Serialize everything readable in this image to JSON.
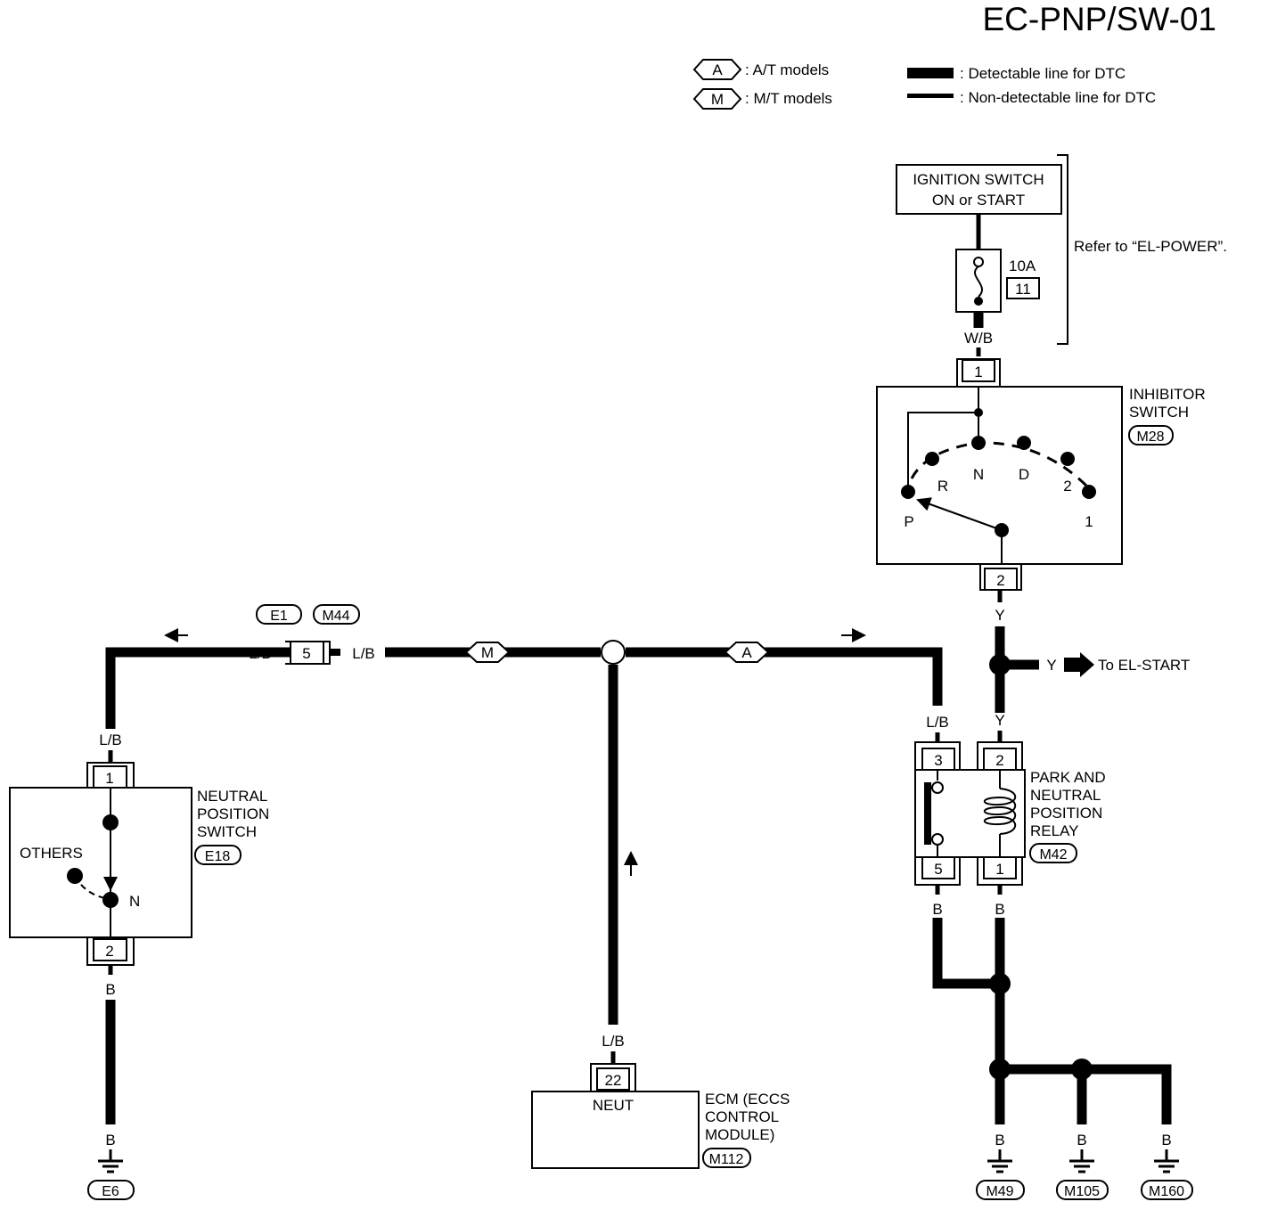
{
  "diagram_code": "EC-PNP/SW-01",
  "legend": {
    "at_symbol": "A",
    "at_text": ": A/T models",
    "mt_symbol": "M",
    "mt_text": ": M/T models",
    "detectable": ": Detectable line for DTC",
    "non_detectable": ": Non-detectable line for DTC"
  },
  "ignition": {
    "line1": "IGNITION SWITCH",
    "line2": "ON or START",
    "note": "Refer to “EL-POWER”.",
    "fuse_rating": "10A",
    "fuse_number": "11",
    "wire": "W/B"
  },
  "inhibitor": {
    "name_line1": "INHIBITOR",
    "name_line2": "SWITCH",
    "connector": "M28",
    "pin_top": "1",
    "pin_bottom": "2",
    "positions": [
      "P",
      "R",
      "N",
      "D",
      "2",
      "1"
    ]
  },
  "y_branch": {
    "wire_top": "Y",
    "wire_mid": "Y",
    "wire_bottom": "Y",
    "to_text": "To EL-START"
  },
  "joint_connector": {
    "ids": [
      "E1",
      "M44"
    ],
    "pin": "5",
    "wire_left": "L/B",
    "wire_right": "L/B",
    "mt_tag": "M",
    "at_tag": "A"
  },
  "neutral_switch": {
    "name_line1": "NEUTRAL",
    "name_line2": "POSITION",
    "name_line3": "SWITCH",
    "connector": "E18",
    "pin_top": "1",
    "pin_bottom": "2",
    "wire_top": "L/B",
    "wire_bottom": "B",
    "others_label": "OTHERS",
    "n_label": "N",
    "ground_wire": "B",
    "ground": "E6"
  },
  "relay": {
    "name_line1": "PARK AND",
    "name_line2": "NEUTRAL",
    "name_line3": "POSITION",
    "name_line4": "RELAY",
    "connector": "M42",
    "pin3": "3",
    "pin2": "2",
    "pin5": "5",
    "pin1": "1",
    "wire_pin3": "L/B",
    "wire_pin2": "Y",
    "wire_pin5": "B",
    "wire_pin1": "B"
  },
  "ecm": {
    "name_line1": "ECM (ECCS",
    "name_line2": "CONTROL",
    "name_line3": "MODULE)",
    "connector": "M112",
    "pin": "22",
    "terminal": "NEUT",
    "wire": "L/B"
  },
  "grounds": [
    {
      "wire": "B",
      "id": "M49"
    },
    {
      "wire": "B",
      "id": "M105"
    },
    {
      "wire": "B",
      "id": "M160"
    }
  ]
}
